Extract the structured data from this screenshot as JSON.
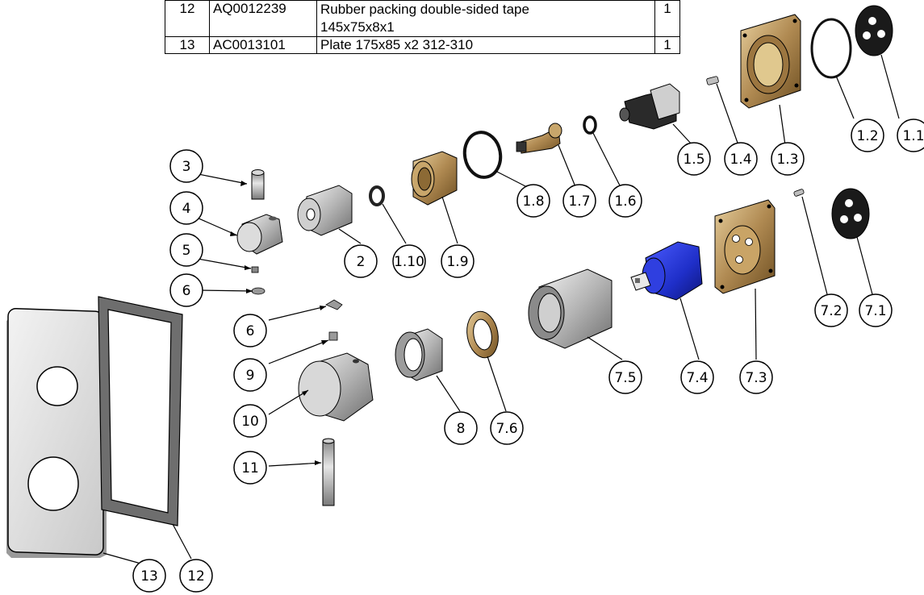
{
  "parts_table": {
    "rows": [
      {
        "pos": "12",
        "code": "AQ0012239",
        "desc_line1": "Rubber packing double-sided tape",
        "desc_line2": "145x75x8x1",
        "qty": "1"
      },
      {
        "pos": "13",
        "code": "AC0013101",
        "desc_line1": "Plate 175x85 x2 312-310",
        "desc_line2": "",
        "qty": "1"
      }
    ]
  },
  "callouts": [
    "1.1",
    "1.2",
    "1.3",
    "1.4",
    "1.5",
    "1.6",
    "1.7",
    "1.8",
    "1.9",
    "1.10",
    "2",
    "3",
    "4",
    "5",
    "6",
    "6",
    "7.1",
    "7.2",
    "7.3",
    "7.4",
    "7.5",
    "7.6",
    "8",
    "9",
    "10",
    "11",
    "12",
    "13"
  ],
  "colors": {
    "line": "#000000",
    "brass": "#b08a52",
    "steel": "#a9a9a9",
    "cartridge_blue": "#1f2fc9",
    "rubber_black": "#1a1a1a",
    "plate": "#d9d9d9",
    "gasket": "#6e6e6e"
  },
  "part_icons": [
    "cover-plate",
    "gasket-frame",
    "handle-knob",
    "sleeve",
    "brass-ring",
    "o-ring",
    "spindle",
    "valve-head",
    "screw",
    "flange-body",
    "rubber-disc",
    "ceramic-cartridge",
    "rod",
    "set-screw",
    "clip"
  ]
}
